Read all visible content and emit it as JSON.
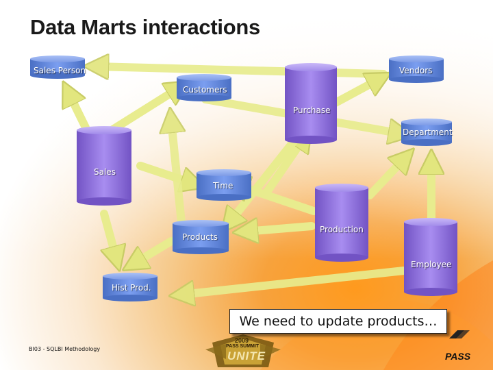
{
  "slide": {
    "title": "Data Marts interactions",
    "callout": "We need to update products…",
    "footer": "BI03 - SQLBI Methodology"
  },
  "cylinders": {
    "sales_person": "Sales Person",
    "customers": "Customers",
    "vendors": "Vendors",
    "purchase": "Purchase",
    "department": "Department",
    "sales": "Sales",
    "time": "Time",
    "products": "Products",
    "production": "Production",
    "employee": "Employee",
    "hist_prod": "Hist Prod."
  },
  "logos": {
    "event_year": "2009",
    "event_name": "PASS SUMMIT",
    "event_word": "UNITE",
    "brand": "PASS"
  },
  "colors": {
    "cylinder_blue": "#5f86d8",
    "cylinder_purple": "#8a6fd6",
    "arrow_fill": "#e8ec8e",
    "accent_orange": "#f08a1c"
  }
}
